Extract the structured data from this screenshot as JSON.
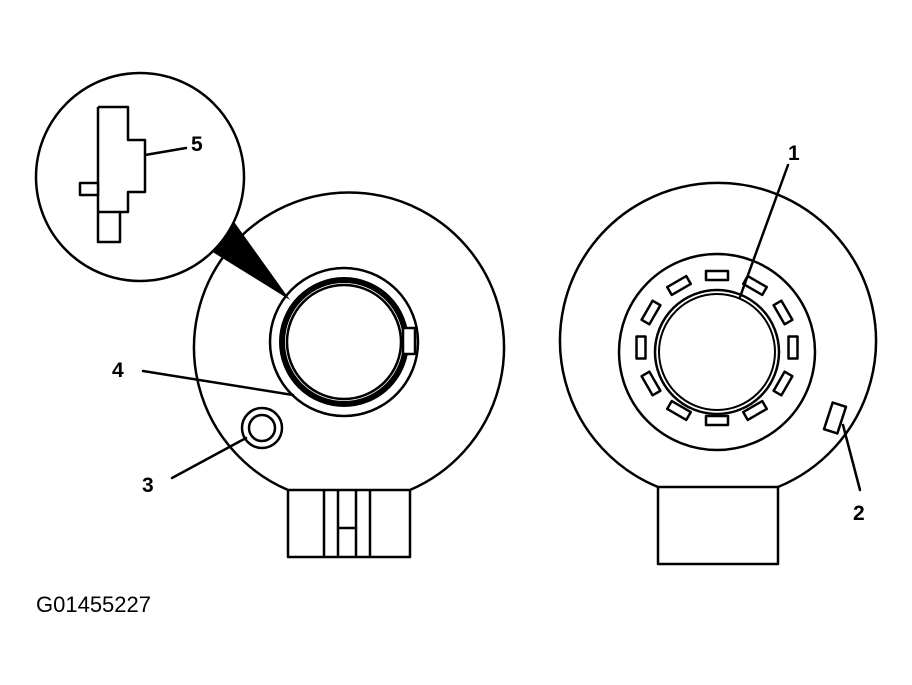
{
  "figure_code": "G01455227",
  "callouts": {
    "c1": "1",
    "c2": "2",
    "c3": "3",
    "c4": "4",
    "c5": "5"
  },
  "colors": {
    "ink": "#000000",
    "background": "#ffffff"
  }
}
